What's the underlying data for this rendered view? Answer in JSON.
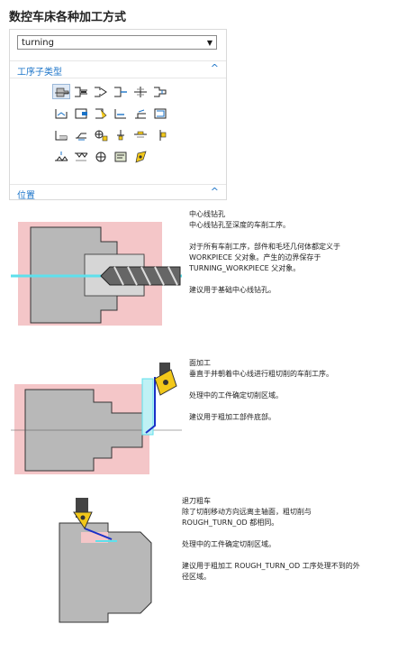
{
  "page_title": "数控车床各种加工方式",
  "subtype_dropdown": {
    "selected": "turning"
  },
  "sections": {
    "subtype": {
      "label": "工序子类型"
    },
    "location": {
      "label": "位置"
    }
  },
  "icon_grid": {
    "rows": [
      [
        "centerline-spot-drill-icon",
        "centerline-drill-icon",
        "centerline-peck-drill-icon",
        "centerline-break-chip-icon",
        "centerline-ream-icon",
        "centerline-tap-icon"
      ],
      [
        "face-icon",
        "rough-turn-od-icon",
        "rough-back-turn-icon",
        "rough-bore-id-icon",
        "rough-back-bore-icon",
        "finish-turn-od-icon"
      ],
      [
        "finish-bore-id-icon",
        "finish-back-bore-icon",
        "teach-mode-icon",
        "groove-od-icon",
        "groove-id-icon",
        "groove-face-icon"
      ],
      [
        "thread-od-icon",
        "thread-id-icon",
        "part-off-icon",
        "lathe-control-icon",
        "lathe-user-icon"
      ]
    ]
  },
  "entries": [
    {
      "heading": "中心线钻孔",
      "lines": [
        "中心线钻孔至深度的车削工序。",
        "",
        "对于所有车削工序，部件和毛坯几何体都定义于",
        "WORKPIECE 父对象。产生的边界保存于",
        "TURNING_WORKPIECE 父对象。",
        "",
        "建议用于基础中心线钻孔。"
      ]
    },
    {
      "heading": "面加工",
      "lines": [
        "垂直于并朝着中心线进行粗切削的车削工序。",
        "",
        "处理中的工件确定切削区域。",
        "",
        "建议用于粗加工部件底部。"
      ]
    },
    {
      "heading": "退刀粗车",
      "lines": [
        "除了切削移动方向远离主轴面，粗切削与",
        "ROUGH_TURN_OD 都相同。",
        "",
        "处理中的工件确定切削区域。",
        "",
        "建议用于粗加工 ROUGH_TURN_OD 工序处理不到的外",
        "径区域。"
      ]
    }
  ],
  "colors": {
    "accent": "#1a73c8",
    "stock": "#f4c6c8",
    "part": "#b8b8b8",
    "coolant": "#5ee0ec"
  }
}
